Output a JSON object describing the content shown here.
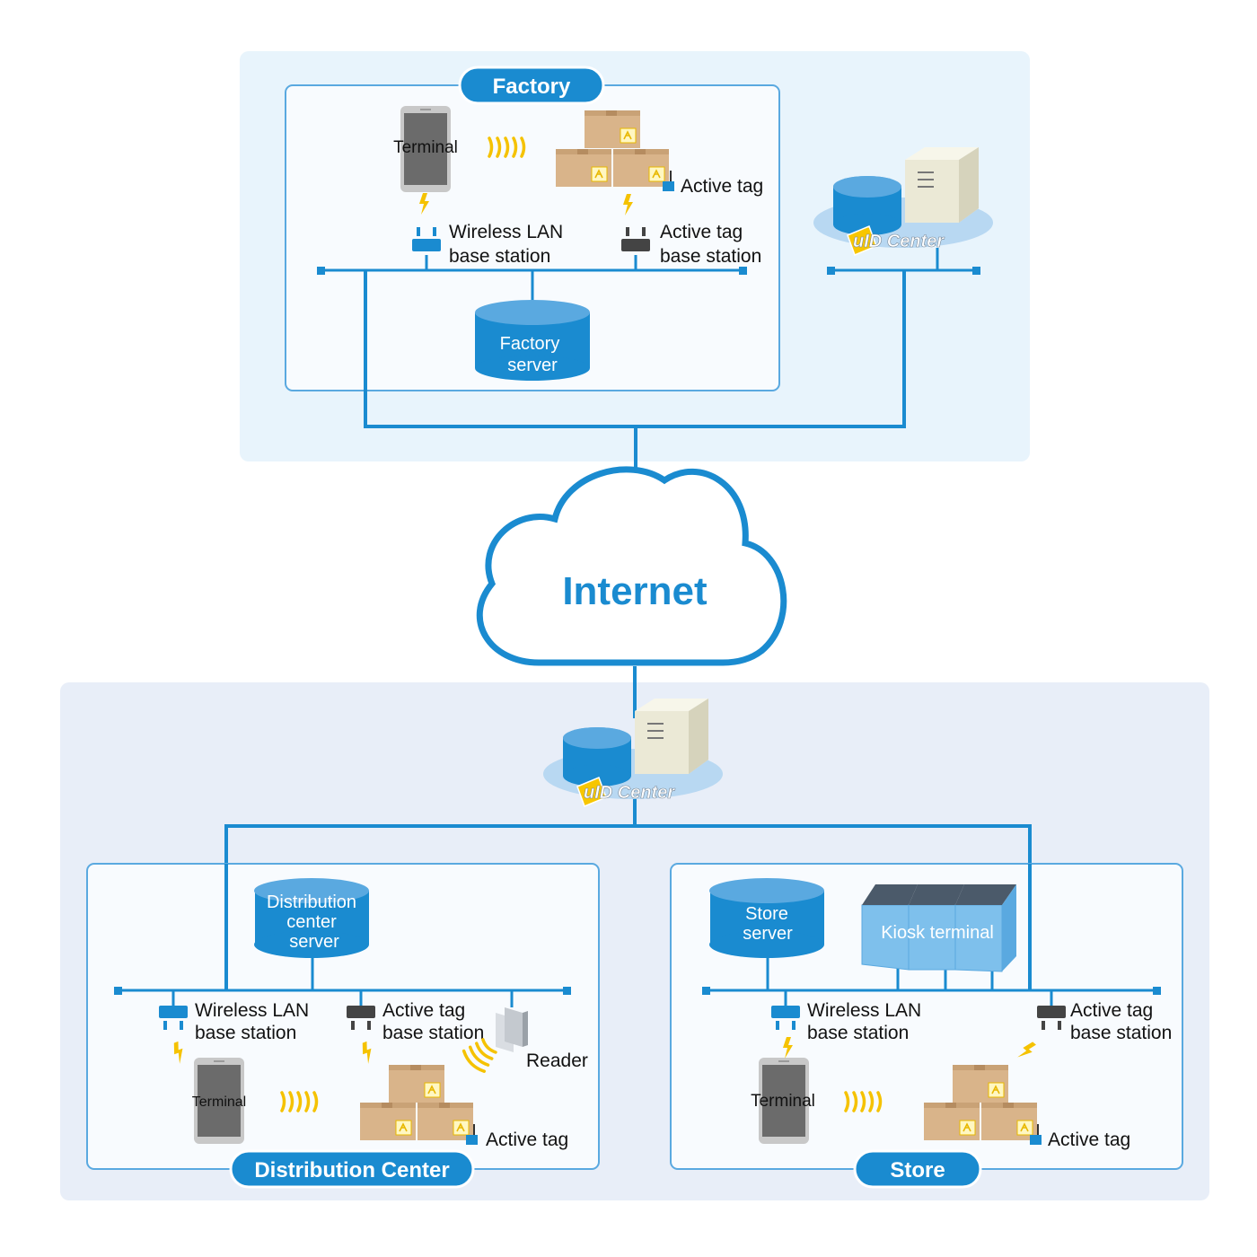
{
  "colors": {
    "accent": "#1a8bd0",
    "factory_panel": "#e8f4fc",
    "lower_panel": "#e8eef8",
    "bolt": "#f5c200",
    "box": "#d9b48a"
  },
  "factory": {
    "title": "Factory",
    "terminal_label": "Terminal",
    "wlan_line1": "Wireless LAN",
    "wlan_line2": "base station",
    "tag_station_line1": "Active tag",
    "tag_station_line2": "base station",
    "active_tag_label": "Active tag",
    "server_line1": "Factory",
    "server_line2": "server",
    "uid_center_label": "uID Center"
  },
  "internet": {
    "label": "Internet"
  },
  "central_uid": {
    "label": "uID Center"
  },
  "distribution": {
    "title": "Distribution Center",
    "server_line1": "Distribution",
    "server_line2": "center",
    "server_line3": "server",
    "wlan_line1": "Wireless LAN",
    "wlan_line2": "base station",
    "tag_station_line1": "Active tag",
    "tag_station_line2": "base station",
    "reader_label": "Reader",
    "terminal_label": "Terminal",
    "active_tag_label": "Active tag"
  },
  "store": {
    "title": "Store",
    "server_line1": "Store",
    "server_line2": "server",
    "kiosk_label": "Kiosk terminal",
    "wlan_line1": "Wireless LAN",
    "wlan_line2": "base station",
    "tag_station_line1": "Active tag",
    "tag_station_line2": "base station",
    "terminal_label": "Terminal",
    "active_tag_label": "Active tag"
  }
}
